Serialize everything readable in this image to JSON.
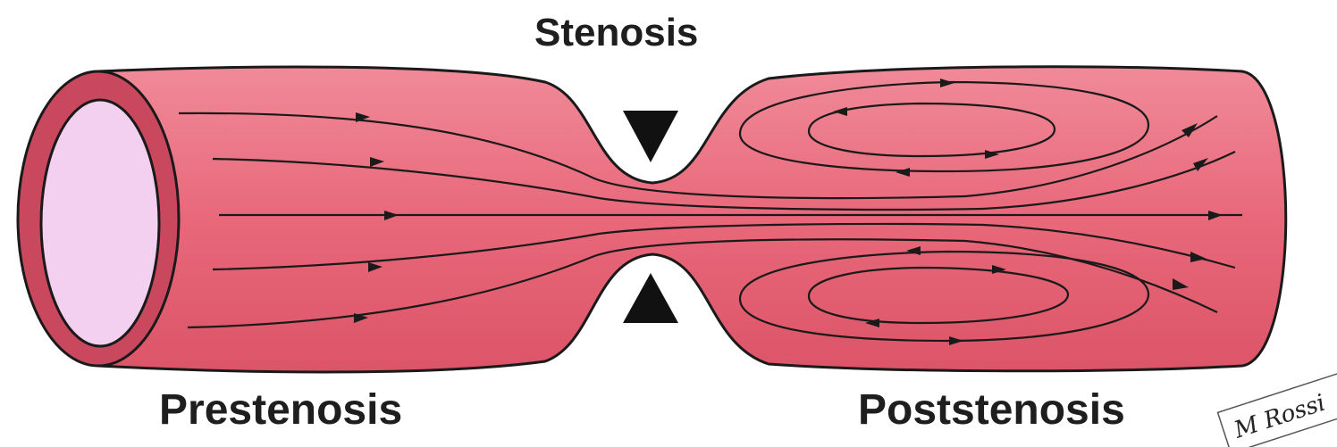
{
  "labels": {
    "stenosis": "Stenosis",
    "prestenosis": "Prestenosis",
    "poststenosis": "Poststenosis"
  },
  "signature": "M Rossi",
  "colors": {
    "vessel_body": "#e8687a",
    "vessel_highlight": "#f08a98",
    "vessel_rim": "#c9485e",
    "lumen": "#f3cff0",
    "outline": "#1a1a1a",
    "text": "#1e1e1e"
  }
}
